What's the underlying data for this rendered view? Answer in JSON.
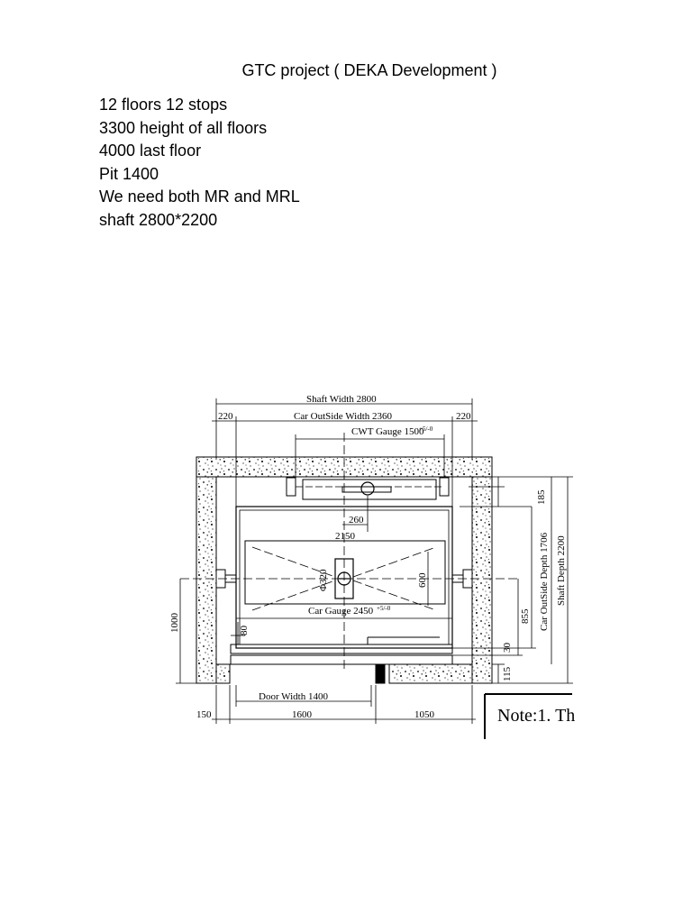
{
  "title": "GTC project ( DEKA Development )",
  "specs": [
    "12 floors 12 stops",
    "3300 height of all floors",
    "4000 last floor",
    "Pit 1400",
    "We need both MR and MRL",
    "shaft 2800*2200"
  ],
  "drawing": {
    "shaft_width": "Shaft Width 2800",
    "left_220": "220",
    "right_220": "220",
    "car_outside_width": "Car OutSide Width 2360",
    "cwt_gauge": "CWT Gauge 1500",
    "cwt_gauge_tol": "+5/-0",
    "d185": "185",
    "d260": "260",
    "d2150": "2150",
    "phi320": "Φ320",
    "d600": "600",
    "car_gauge": "Car Gauge 2450",
    "car_gauge_tol": "+5/-0",
    "d1000": "1000",
    "d80": "80",
    "d855": "855",
    "d30": "30",
    "d115": "115",
    "car_outside_depth": "Car OutSide Depth 1706",
    "shaft_depth": "Shaft Depth 2200",
    "door_width": "Door Width 1400",
    "d150": "150",
    "d1600": "1600",
    "d1050": "1050",
    "note": "Note:1. Th"
  }
}
